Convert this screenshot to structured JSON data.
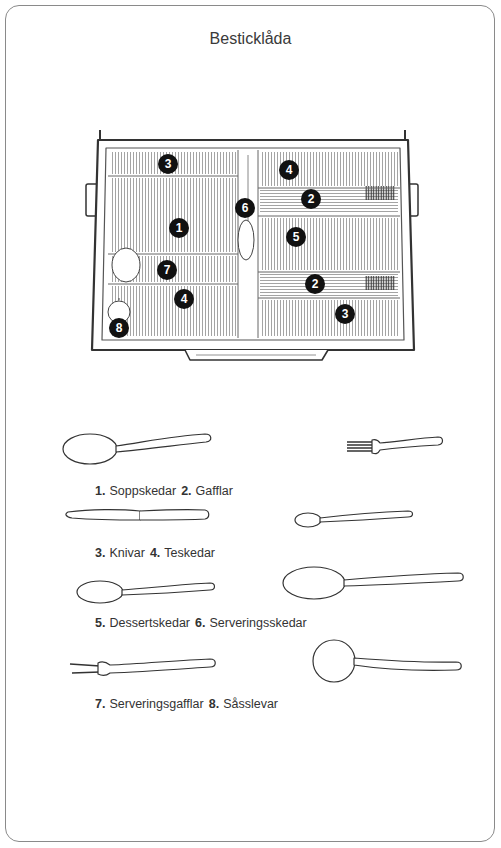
{
  "diagram": {
    "title": "Besticklåda",
    "nodes": [
      {
        "text": [
          "3"
        ]
      },
      {
        "text": [
          "4"
        ]
      },
      {
        "text": [
          "2"
        ]
      },
      {
        "text": [
          "6"
        ]
      },
      {
        "text": [
          "1"
        ]
      },
      {
        "text": [
          "5"
        ]
      },
      {
        "text": [
          "7"
        ]
      },
      {
        "text": [
          "2"
        ]
      },
      {
        "text": [
          "4"
        ]
      },
      {
        "text": [
          "3"
        ]
      },
      {
        "text": [
          "8"
        ]
      }
    ],
    "labels": [
      "1.",
      "Soppskedar",
      "2.",
      "Gafflar",
      "3.",
      "Knivar",
      "4.",
      "Teskedar",
      "5.",
      "Dessertskedar",
      "6.",
      "Serveringsskedar",
      "7.",
      "Serveringsgafflar",
      "8.",
      "Såsslevar"
    ]
  }
}
